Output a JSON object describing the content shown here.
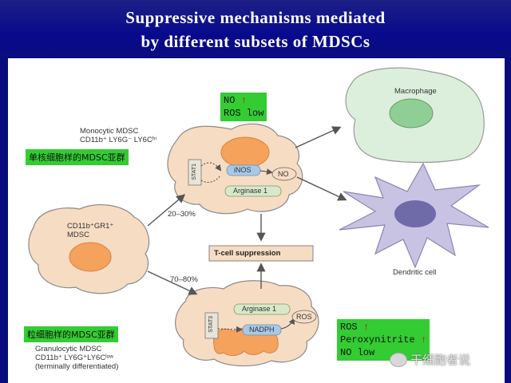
{
  "title": {
    "line1": "Suppressive mechanisms mediated",
    "line2": "by different subsets of MDSCs"
  },
  "monocytic": {
    "label_line1": "Monocytic MDSC",
    "label_line2": "CD11b⁺ LY6G⁻ LY6Cʰⁱ",
    "cn_label": "单核细胞样的MDSC亚群",
    "stat": "STAT1",
    "inos": "iNOS",
    "no": "NO",
    "arginase": "Arginase 1",
    "green_line1": "NO",
    "green_line2": "ROS low"
  },
  "precursor": {
    "label_line1": "CD11b⁺GR1⁺",
    "label_line2": "MDSC"
  },
  "granulocytic": {
    "label_line1": "Granulocytic MDSC",
    "label_line2": "CD11b⁺ LY6G⁺LY6Cˡᵒʷ",
    "label_line3": "(terminally differentiated)",
    "cn_label": "粒细胞样的MDSC亚群",
    "stat": "STAT3",
    "nadph": "NADPH",
    "ros": "ROS",
    "arginase": "Arginase 1",
    "green_line1": "ROS",
    "green_line2": "Peroxynitrite",
    "green_line3": "NO low"
  },
  "percent_mono": "20–30%",
  "percent_gran": "70–80%",
  "tcell": "T-cell suppression",
  "macrophage": "Macrophage",
  "dendritic": "Dendritic cell",
  "up_arrow": "↑",
  "watermark": "干细胞者说",
  "colors": {
    "header": "#0a0c7e",
    "cell_body": "#f7dcc4",
    "cell_outline": "#8a8a8a",
    "nucleus": "#f5a25d",
    "green_box": "#33cc33",
    "macrophage": "#d8ecd9",
    "dendritic": "#c9c3e3"
  }
}
